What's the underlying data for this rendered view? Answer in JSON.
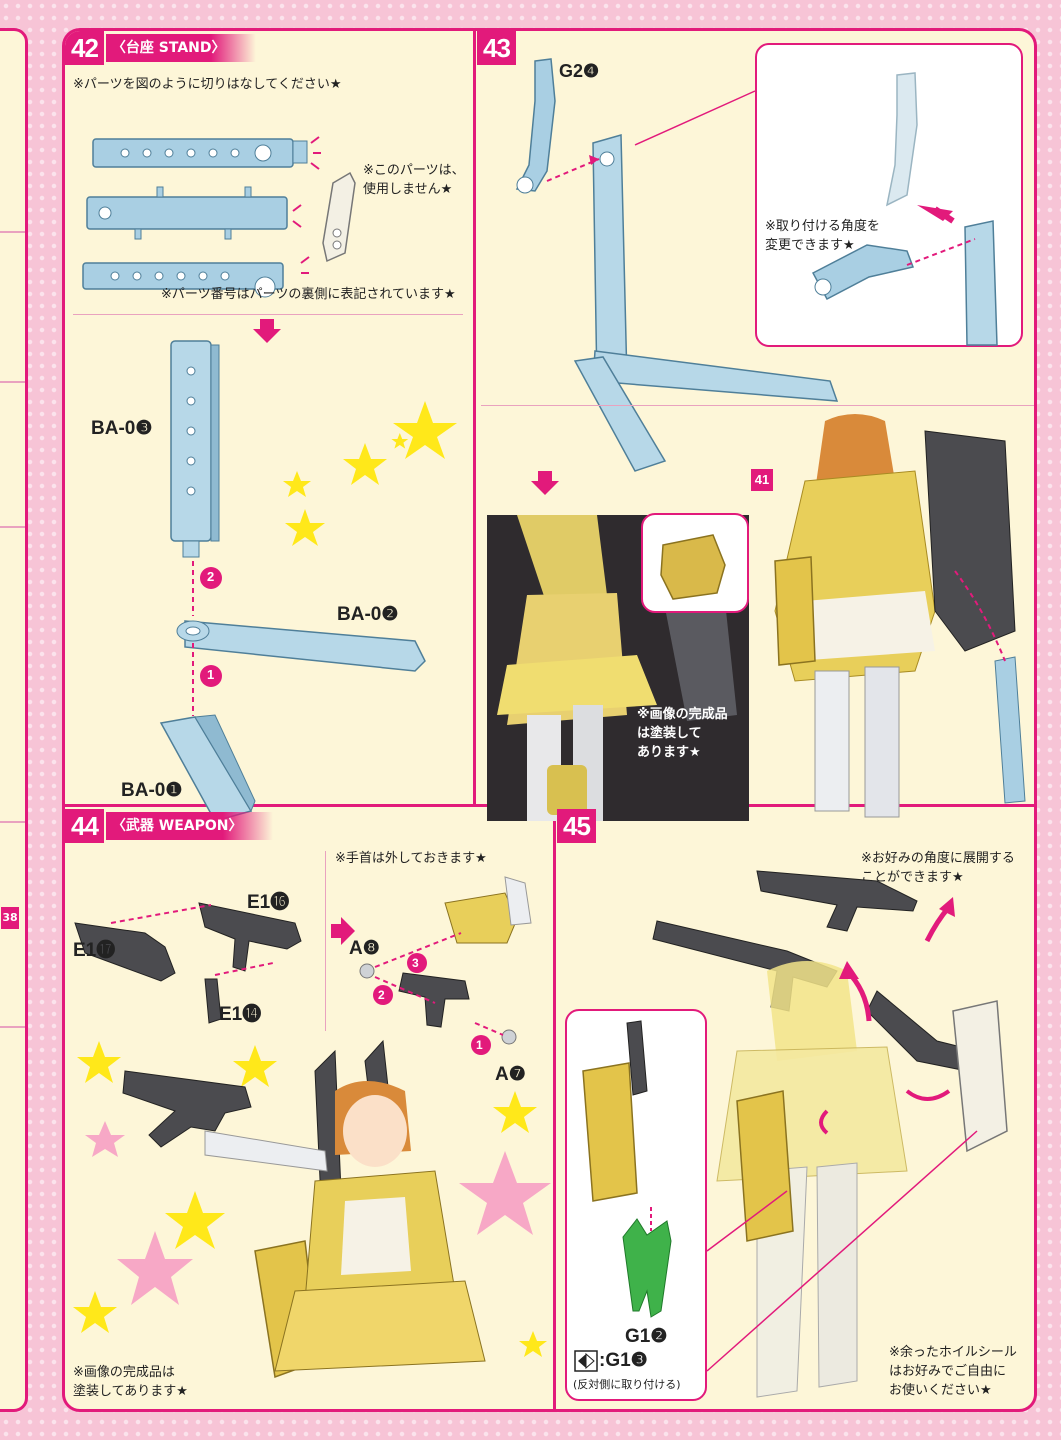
{
  "left_strip": {
    "badge": "38"
  },
  "step42": {
    "number": "42",
    "title": "〈台座 STAND〉",
    "note_cut": "※パーツを図のように切りはなしてください★",
    "note_unused": "※このパーツは、\n使用しません★",
    "note_partno": "※パーツ番号はパーツの裏側に表記されています★",
    "labels": {
      "ba3": "BA-0❸",
      "ba2": "BA-0❷",
      "ba1": "BA-0❶"
    },
    "order": {
      "first": "1",
      "second": "2"
    }
  },
  "step43": {
    "number": "43",
    "label_g2": "G2❹",
    "note_angle": "※取り付ける角度を\n変更できます★",
    "label_41": "41",
    "note_painted": "※画像の完成品\nは塗装して\nあります★"
  },
  "step44": {
    "number": "44",
    "title": "〈武器 WEAPON〉",
    "note_hands": "※手首は外しておきます★",
    "labels": {
      "e16": "E1⓰",
      "e17": "E1⓱",
      "e14": "E1⓮",
      "a8": "A❽",
      "a7": "A❼"
    },
    "order": {
      "first": "1",
      "second": "2",
      "third": "3"
    },
    "note_painted": "※画像の完成品は\n塗装してあります★"
  },
  "step45": {
    "number": "45",
    "note_angle": "※お好みの角度に展開する\nことができます★",
    "labels": {
      "g12": "G1❷",
      "g13": ":G1❸"
    },
    "note_opposite": "(反対側に取り付ける)",
    "note_sticker": "※余ったホイルシール\nはお好みでご自由に\nお使いください★"
  },
  "colors": {
    "accent": "#e21a7b",
    "panel": "#fdf6d8",
    "part_blue": "#a9cfe3",
    "part_gray": "#4b4b4f",
    "figure_yellow": "#e8cf5a",
    "star_yellow": "#ffe81a",
    "pink_star": "#f7a8c6"
  }
}
